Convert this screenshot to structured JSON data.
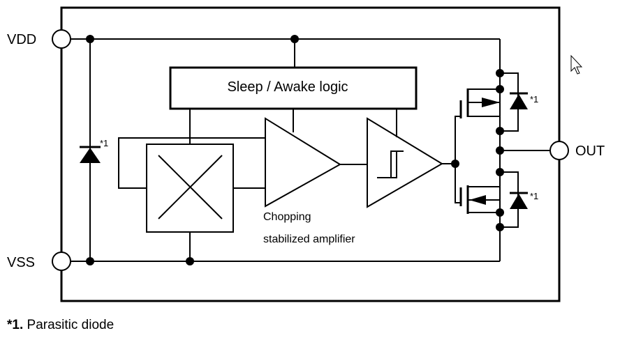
{
  "pins": {
    "vdd": "VDD",
    "vss": "VSS",
    "out": "OUT"
  },
  "blocks": {
    "logic": "Sleep / Awake logic",
    "amplifier_line1": "Chopping",
    "amplifier_line2": "stabilized amplifier"
  },
  "diode_marks": {
    "left": "*1",
    "top_fet": "*1",
    "bottom_fet": "*1"
  },
  "footnote": {
    "marker": "*1.",
    "text": " Parasitic diode"
  }
}
